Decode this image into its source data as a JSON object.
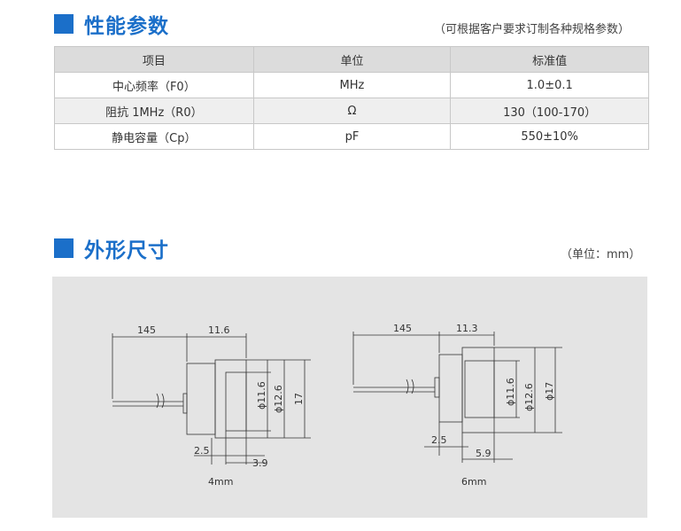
{
  "sections": {
    "params": {
      "title": "性能参数",
      "note": "（可根据客户要求订制各种规格参数）"
    },
    "dimensions": {
      "title": "外形尺寸",
      "note": "（单位：mm）"
    }
  },
  "table": {
    "headers": [
      "项目",
      "单位",
      "标准值"
    ],
    "rows": [
      [
        "中心频率（F0）",
        "MHz",
        "1.0±0.1"
      ],
      [
        "阻抗 1MHz（R0）",
        "Ω",
        "130（100-170）"
      ],
      [
        "静电容量（Cp）",
        "pF",
        "550±10%"
      ]
    ]
  },
  "drawings": {
    "left": {
      "cable_length": "145",
      "body_length": "11.6",
      "dia_inner": "ϕ11.6",
      "dia_outer": "ϕ12.6",
      "height": "17",
      "gap": "2.5",
      "depth": "3.9",
      "caption": "4mm"
    },
    "right": {
      "cable_length": "145",
      "body_length": "11.3",
      "dia_inner": "ϕ11.6",
      "dia_outer": "ϕ12.6",
      "height": "ϕ17",
      "gap": "2.5",
      "depth": "5.9",
      "caption": "6mm"
    }
  },
  "colors": {
    "accent": "#1b6fc9",
    "panel": "#e4e4e4",
    "header_row": "#dcdcdc"
  }
}
